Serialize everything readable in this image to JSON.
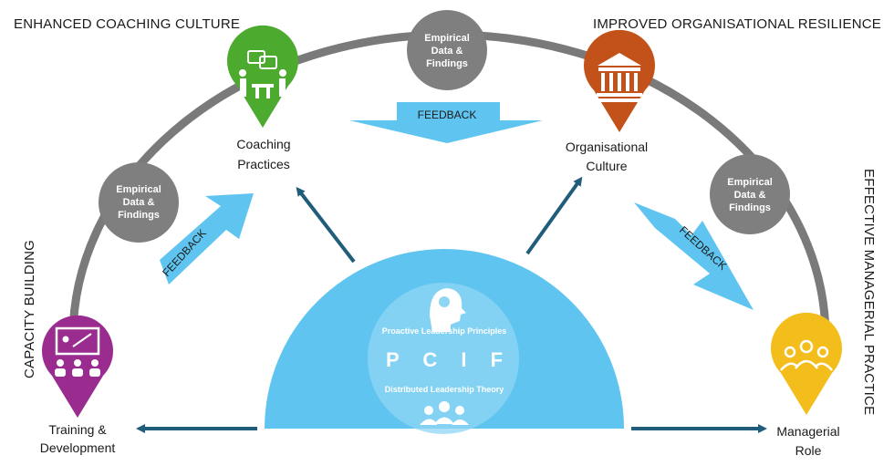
{
  "corners": {
    "top_left": "ENHANCED COACHING CULTURE",
    "top_right": "IMPROVED ORGANISATIONAL RESILIENCE",
    "left_vertical": "CAPACITY BUILDING",
    "right_vertical": "EFFECTIVE MANAGERIAL PRACTICE"
  },
  "nodes": {
    "training": {
      "line1": "Training &",
      "line2": "Development",
      "color": "#9b2c8f",
      "icon": "presentation-icon"
    },
    "coaching": {
      "line1": "Coaching",
      "line2": "Practices",
      "color": "#4caa2e",
      "icon": "conversation-icon"
    },
    "organisational": {
      "line1": "Organisational",
      "line2": "Culture",
      "color": "#c2521a",
      "icon": "institution-icon"
    },
    "managerial": {
      "line1": "Managerial",
      "line2": "Role",
      "color": "#f3bd1c",
      "icon": "group-icon"
    }
  },
  "evidence_circles": [
    {
      "line1": "Empirical",
      "line2": "Data &",
      "line3": "Findings"
    },
    {
      "line1": "Empirical",
      "line2": "Data &",
      "line3": "Findings"
    },
    {
      "line1": "Empirical",
      "line2": "Data &",
      "line3": "Findings"
    }
  ],
  "feedback": {
    "left": "FEEDBACK",
    "top": "FEEDBACK",
    "right": "FEEDBACK"
  },
  "hub": {
    "line_top": "Proactive Leadership Principles",
    "acronym": "P C I F",
    "line_bottom": "Distributed Leadership Theory",
    "color": "#5fc5f0",
    "inner_color": "#8fd6f5",
    "top_icon": "brain-head-icon",
    "bottom_icon": "people-group-icon"
  },
  "colors": {
    "arc": "#7a7a7a",
    "circle": "#7f7f7f",
    "feedback_fill": "#5fc5f0",
    "arrow": "#1f5d7a"
  }
}
